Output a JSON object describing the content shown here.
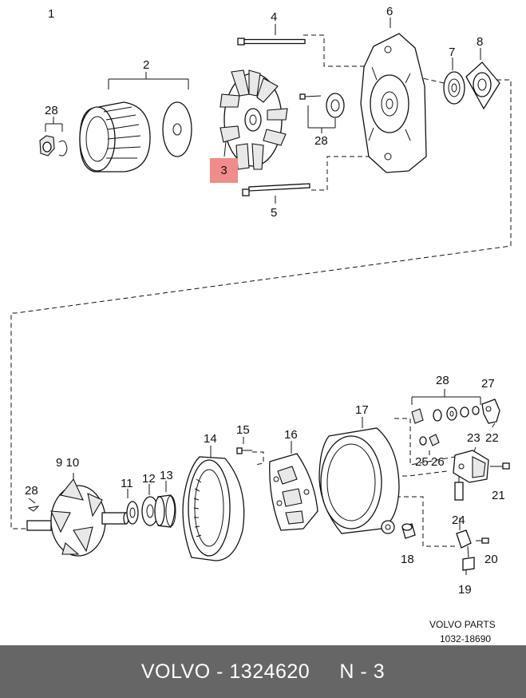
{
  "diagram": {
    "labels": {
      "n1": "1",
      "n2": "2",
      "n4": "4",
      "n5": "5",
      "n6": "6",
      "n7": "7",
      "n8": "8",
      "n28a": "28",
      "n28b": "28",
      "n28c": "28",
      "n28d": "28",
      "n9_10": "9 10",
      "n11": "11",
      "n12": "12",
      "n13": "13",
      "n14": "14",
      "n15": "15",
      "n16": "16",
      "n17": "17",
      "n18": "18",
      "n19": "19",
      "n20": "20",
      "n21": "21",
      "n22": "22",
      "n23": "23",
      "n24": "24",
      "n25": "25",
      "n26": "26",
      "n27": "27"
    },
    "highlight_label": "3",
    "credit": {
      "line1": "VOLVO PARTS",
      "line2": "1032-18690"
    }
  },
  "footer": {
    "text": "VOLVO - 1324620     N - 3"
  },
  "colors": {
    "highlight": "#f08c8c",
    "footer_bg": "#666666",
    "footer_text": "#ffffff"
  }
}
